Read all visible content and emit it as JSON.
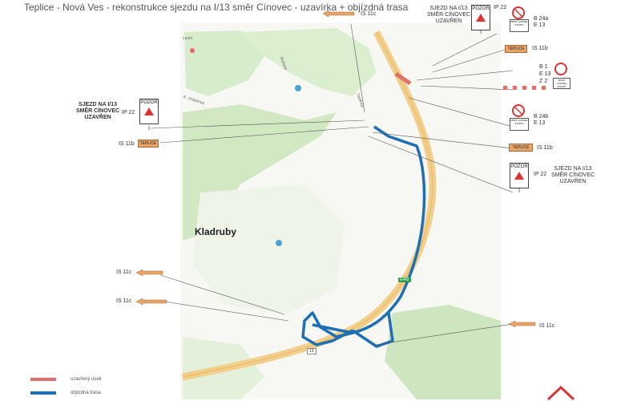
{
  "title": "Teplice - Nová Ves - rekonstrukce sjezdu na I/13 směr Cínovec - uzavírka + objízdná trasa",
  "town": "Kladruby",
  "roads": {
    "e442": "E442",
    "i13": "13",
    "street1": "K. Jiráskova",
    "street2": "Teplická",
    "street3": "Dubská",
    "place1": "Lesní"
  },
  "signs": {
    "is11c_top": "IS 11c",
    "is11c_left1": "IS 11c",
    "is11c_left2": "IS 11c",
    "is11c_right": "IS 11c",
    "is11b_left": "IS 11b",
    "is11b_right_top": "IS 11b",
    "is11b_right_mid": "IS 11b",
    "ip22_left": "IP 22",
    "ip22_top": "IP 22",
    "ip22_right": "IP 22",
    "b24a": "B 24a",
    "e13_top": "E 13",
    "b1": "B 1",
    "e13_mid": "E 13",
    "z2": "Z 2",
    "b24b": "B 24b",
    "e13_low": "E 13",
    "pozor": "POZOR",
    "teplice": "TEPLICE",
    "mimo": "MIMO VOZIDEL STAVBY"
  },
  "closure_text": {
    "left": [
      "SJEZD NA I/13",
      "SMĚR CÍNOVEC",
      "UZAVŘEN"
    ],
    "top": [
      "SJEZD NA I/13",
      "SMĚR CÍNOVEC",
      "UZAVŘEN"
    ],
    "right": [
      "SJEZD NA I/13",
      "SMĚR CÍNOVEC",
      "UZAVŘEN"
    ]
  },
  "legend": {
    "closed": "uzavřený úsek",
    "detour": "objízdná trasa"
  },
  "colors": {
    "forest": "#cfe8c4",
    "main_road": "#f2cf8a",
    "detour": "#1f6fb5",
    "closed": "#e0706a"
  }
}
